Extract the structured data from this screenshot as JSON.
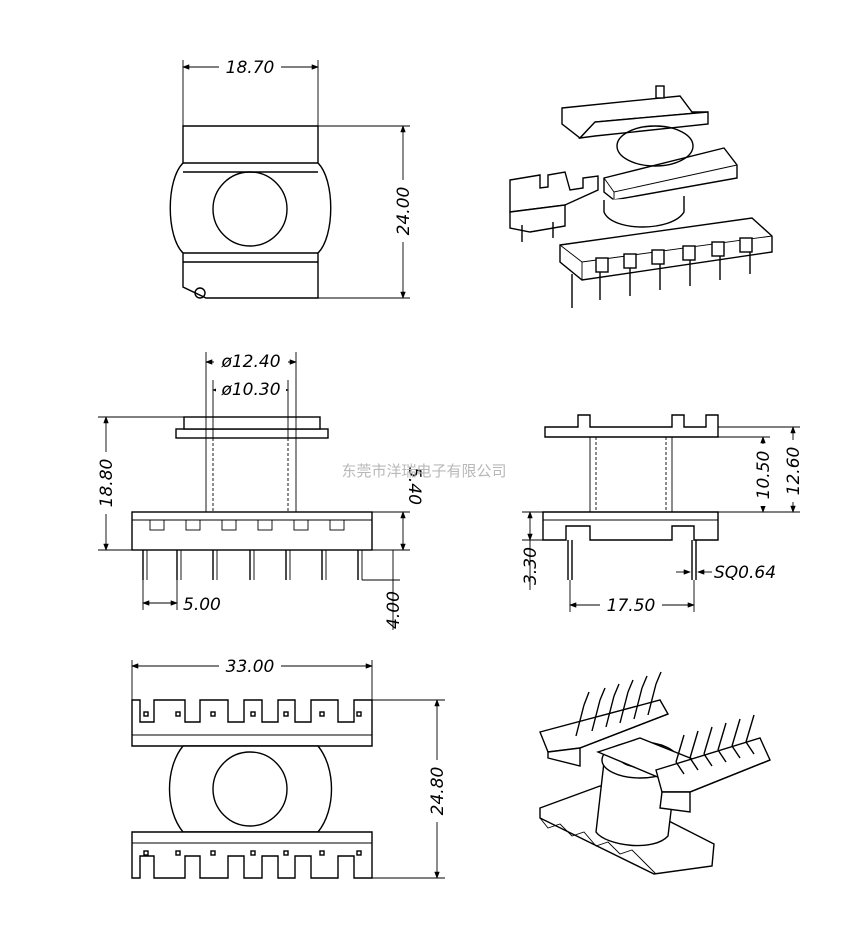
{
  "dimensions": {
    "top_width": "18.70",
    "top_height": "24.00",
    "flange_od": "ø12.40",
    "core_od": "ø10.30",
    "overall_height": "18.80",
    "base_height": "5.40",
    "pitch": "5.00",
    "pin_length": "4.00",
    "inner_height": "10.50",
    "side_height": "12.60",
    "pin_standoff": "3.30",
    "pin_size": "SQ0.64",
    "row_spacing": "17.50",
    "bottom_width": "33.00",
    "bottom_height": "24.80"
  },
  "watermark": "东莞市洋瑞电子有限公司",
  "colors": {
    "line": "#000000",
    "background": "#ffffff",
    "watermark": "#b8b8b8"
  }
}
